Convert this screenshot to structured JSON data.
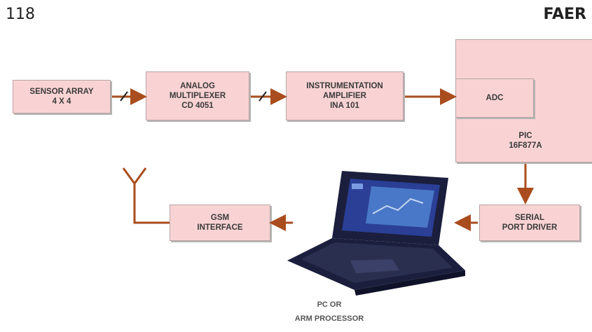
{
  "header": {
    "page_number": "118",
    "journal": "FAER"
  },
  "blocks": {
    "sensor_array": {
      "lines": [
        "SENSOR ARRAY",
        "4 X 4"
      ]
    },
    "analog_mux": {
      "lines": [
        "ANALOG",
        "MULTIPLEXER",
        "CD 4051"
      ]
    },
    "inst_amp": {
      "lines": [
        "INSTRUMENTATION",
        "AMPLIFIER",
        "INA 101"
      ]
    },
    "adc": {
      "label": "ADC"
    },
    "pic": {
      "lines": [
        "PIC",
        "16F877A"
      ]
    },
    "serial_driver": {
      "lines": [
        "SERIAL",
        "PORT DRIVER"
      ]
    },
    "gsm_interface": {
      "lines": [
        "GSM",
        "INTERFACE"
      ]
    },
    "pc": {
      "lines": [
        "PC OR",
        "ARM PROCESSOR"
      ]
    }
  },
  "colors": {
    "block_fill": "#f9d3d3",
    "arrow": "#a94d1e",
    "laptop": "#1b1f3d"
  }
}
